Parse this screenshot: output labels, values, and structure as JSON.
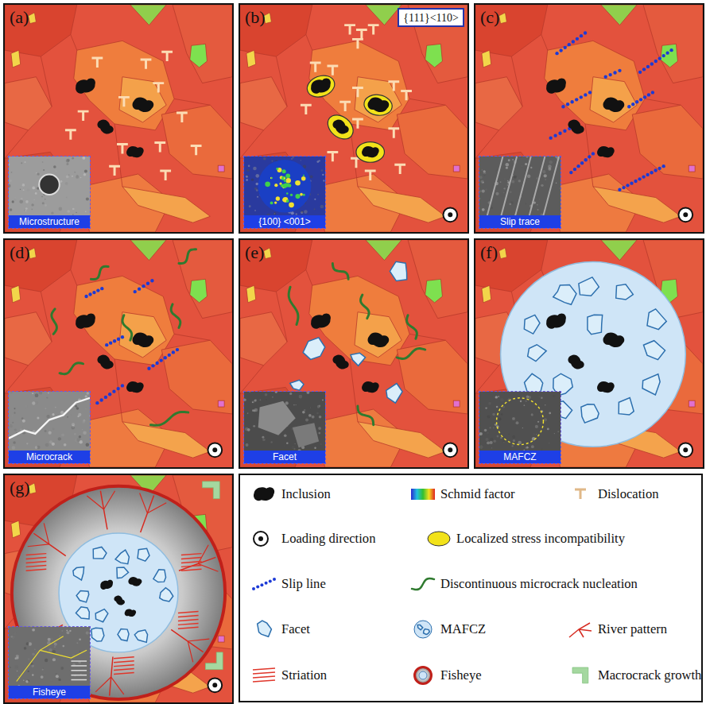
{
  "diagram": {
    "nodes": [
      {
        "text": [
          "(a)"
        ]
      },
      {
        "text": [
          "Microstructure"
        ],
        "in": 0
      },
      {
        "text": [
          "(b)"
        ]
      },
      {
        "text": [
          "{111}<110>"
        ],
        "in": 2
      },
      {
        "text": [
          "{100} <001>"
        ],
        "in": 2
      },
      {
        "text": [
          "(c)"
        ]
      },
      {
        "text": [
          "Slip trace"
        ],
        "in": 5
      },
      {
        "text": [
          "(d)"
        ]
      },
      {
        "text": [
          "Microcrack"
        ],
        "in": 7
      },
      {
        "text": [
          "(e)"
        ]
      },
      {
        "text": [
          "Facet"
        ],
        "in": 9
      },
      {
        "text": [
          "(f)"
        ]
      },
      {
        "text": [
          "MAFCZ"
        ],
        "in": 11
      },
      {
        "text": [
          "(g)"
        ]
      },
      {
        "text": [
          "Fisheye"
        ],
        "in": 13
      }
    ],
    "legend": [
      {
        "text": "Inclusion"
      },
      {
        "text": "Schmid factor"
      },
      {
        "text": "Dislocation"
      },
      {
        "text": "Loading direction"
      },
      {
        "text": "Localized stress incompatibility"
      },
      {
        "text": "Slip line"
      },
      {
        "text": "Discontinuous microcrack nucleation"
      },
      {
        "text": "Facet"
      },
      {
        "text": "MAFCZ"
      },
      {
        "text": "River pattern"
      },
      {
        "text": "Striation"
      },
      {
        "text": "Fisheye"
      },
      {
        "text": "Macrocrack growth"
      }
    ]
  }
}
